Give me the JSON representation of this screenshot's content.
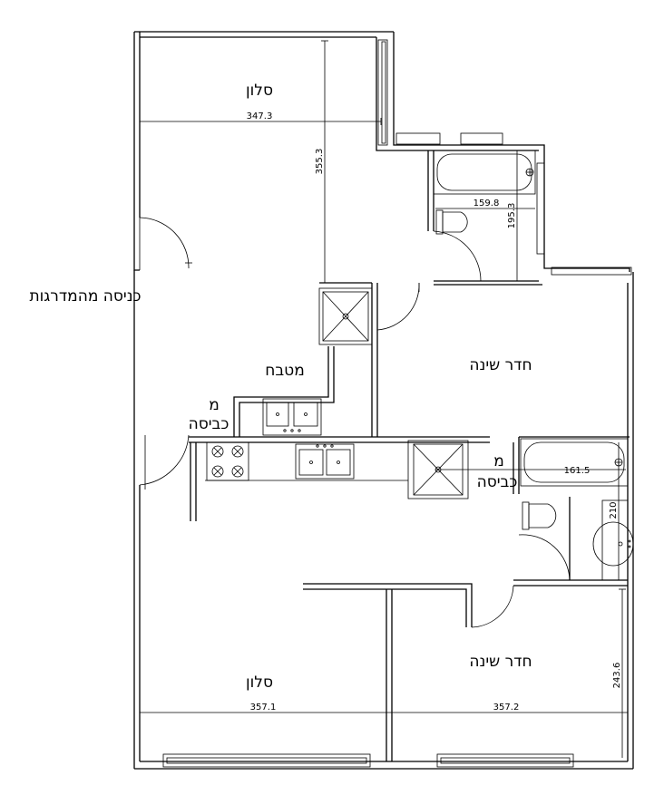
{
  "labels": {
    "living_top": "סלון",
    "entrance": "כניסה מהמדרגות",
    "kitchen": "מטבח",
    "laundry_left_1": "מ",
    "laundry_left_2": "כביסה",
    "bedroom_right": "חדר שינה",
    "laundry_right_1": "מ",
    "laundry_right_2": "כביסה",
    "living_bottom": "סלון",
    "bedroom_bottom": "חדר שינה"
  },
  "dimensions": {
    "living_top_width": "347.3",
    "living_top_height": "355.3",
    "bath_top_width": "159.8",
    "bath_top_height": "195.3",
    "bath_right_width": "161.5",
    "bath_right_height": "210",
    "living_bottom_width": "357.1",
    "bedroom_bottom_width": "357.2",
    "bedroom_bottom_height": "243.6"
  }
}
